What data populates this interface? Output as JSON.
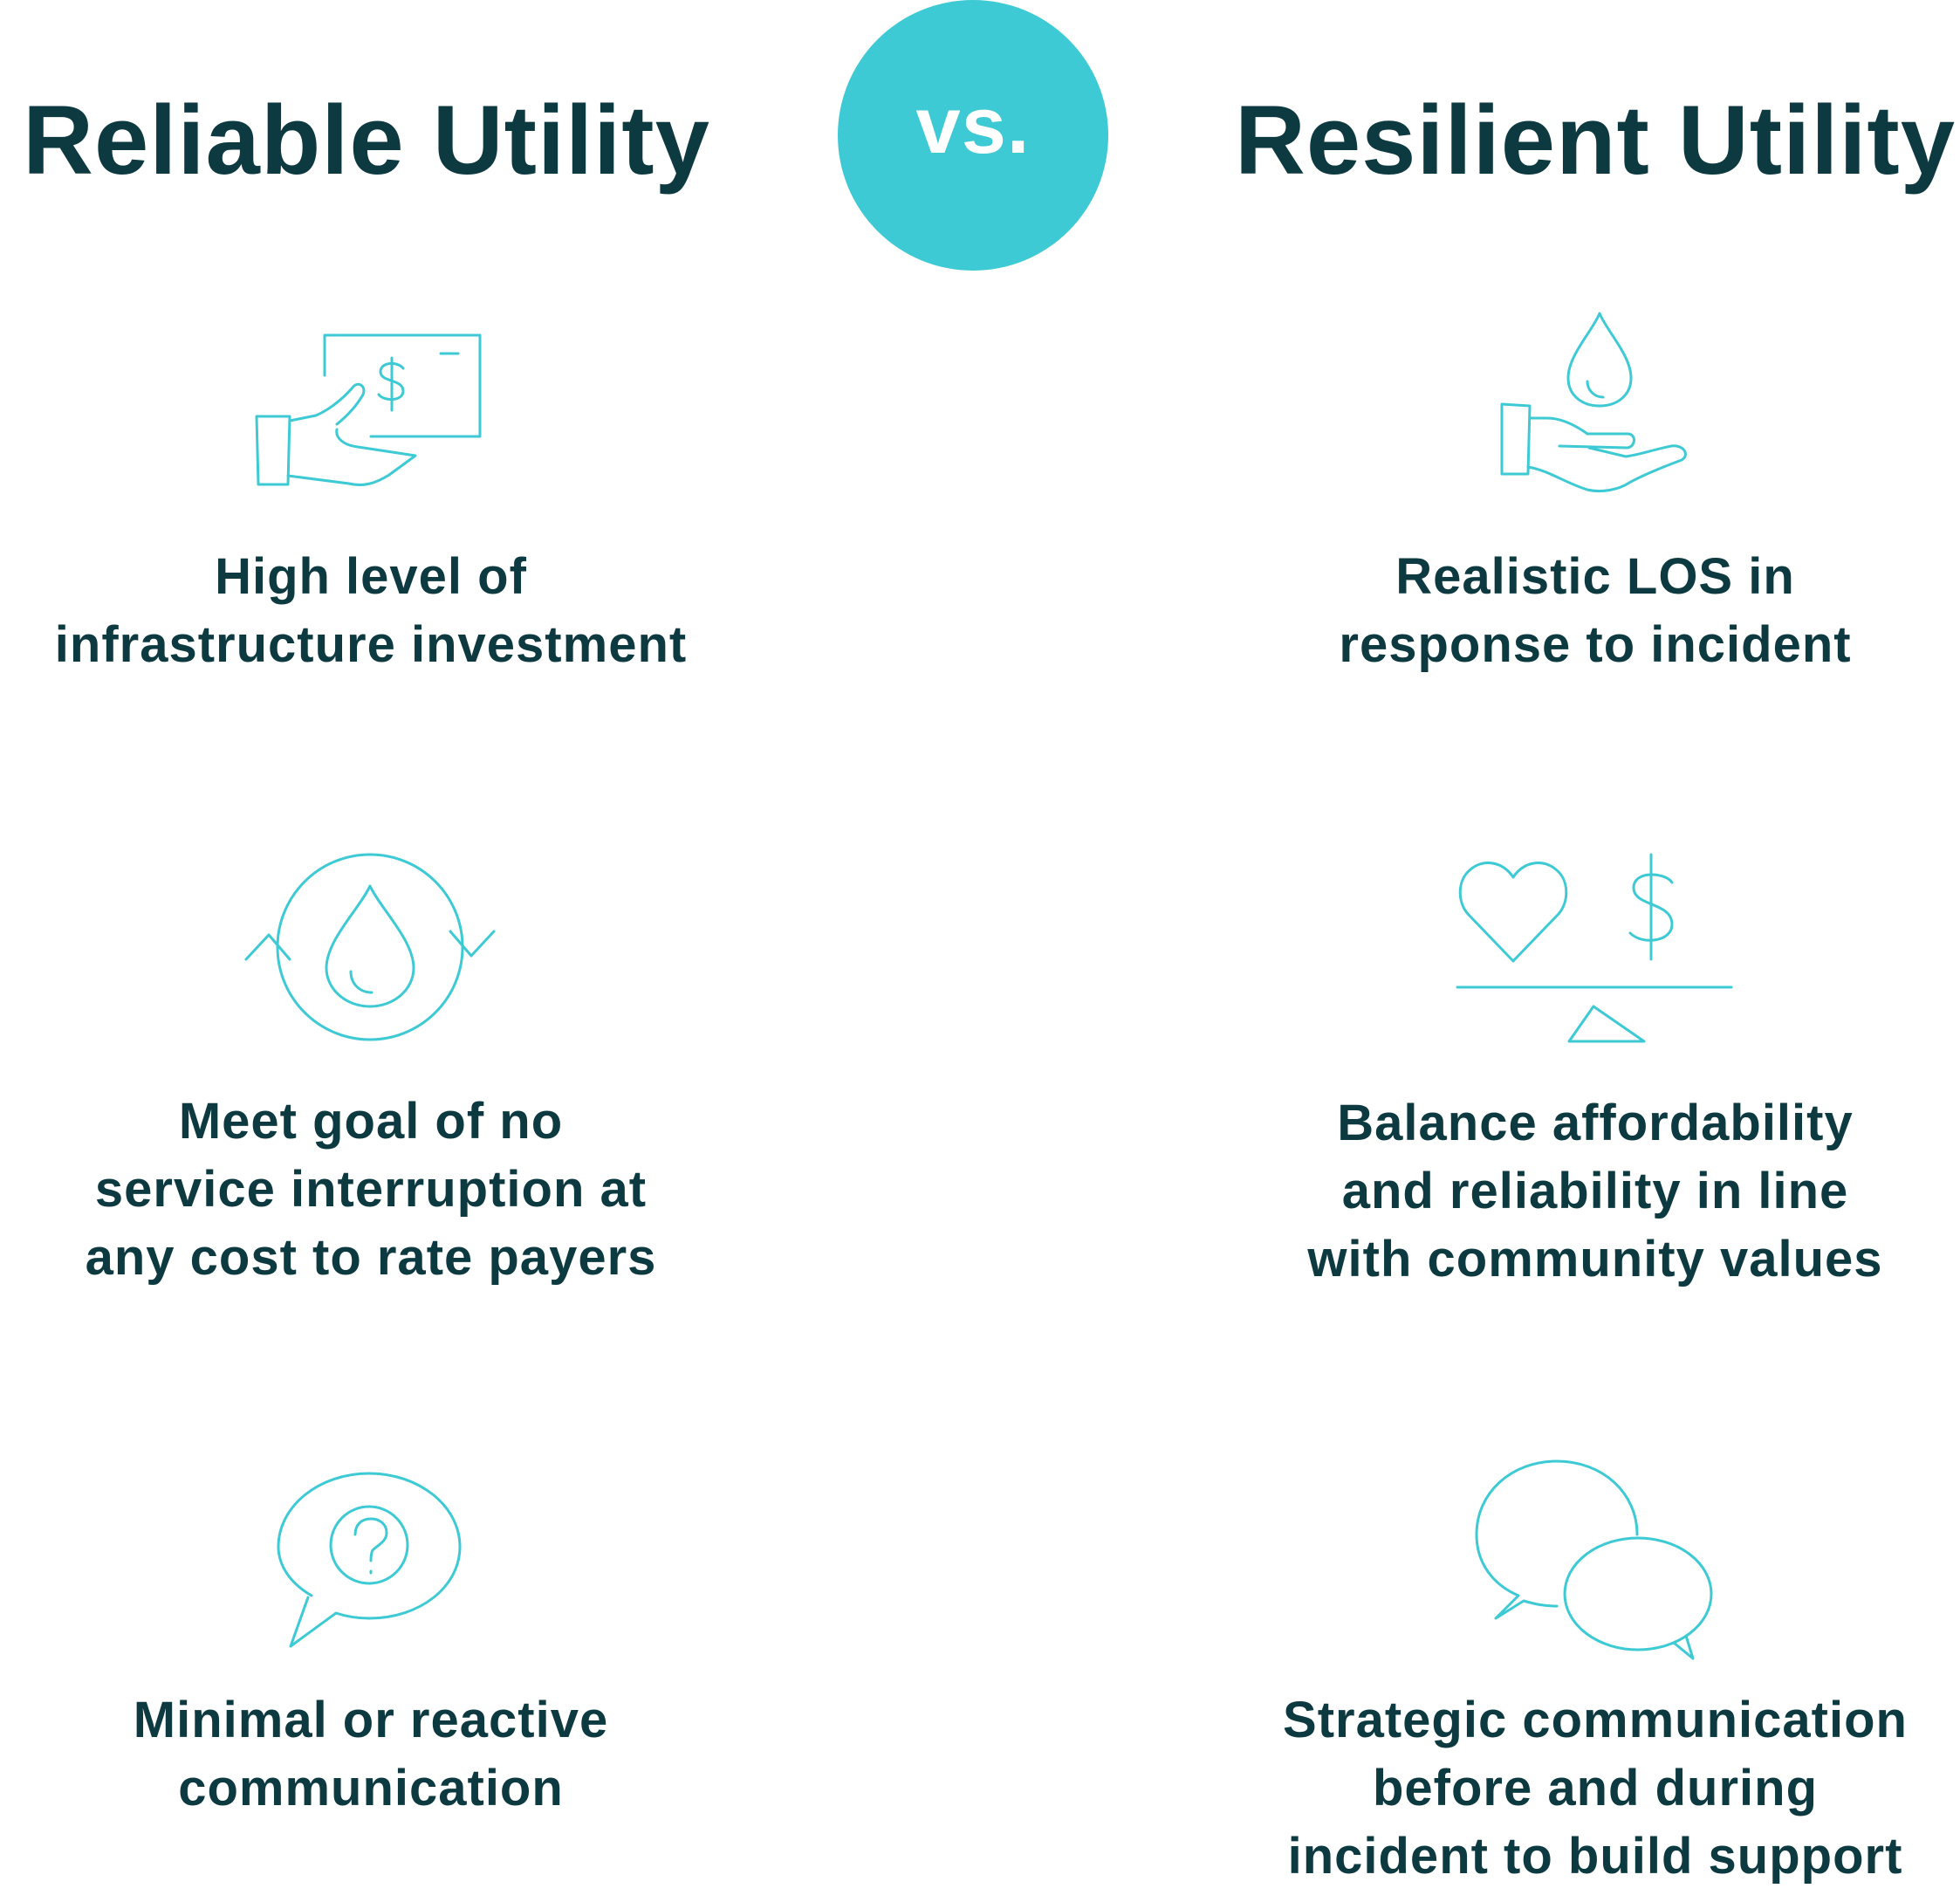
{
  "header": {
    "left_title": "Reliable Utility",
    "vs_label": "vs.",
    "right_title": "Resilient Utility"
  },
  "colors": {
    "accent": "#3ecad4",
    "text": "#0d3a40",
    "background": "#ffffff"
  },
  "left_column": {
    "items": [
      {
        "icon": "hand-holding-money-icon",
        "lines": [
          "High level of",
          "infrastructure investment"
        ]
      },
      {
        "icon": "water-cycle-icon",
        "lines": [
          "Meet goal of no",
          "service interruption at",
          "any cost to rate payers"
        ]
      },
      {
        "icon": "question-speech-bubble-icon",
        "lines": [
          "Minimal or reactive",
          "communication"
        ]
      }
    ]
  },
  "right_column": {
    "items": [
      {
        "icon": "hand-holding-water-drop-icon",
        "lines": [
          "Realistic LOS in",
          "response to incident"
        ]
      },
      {
        "icon": "heart-dollar-balance-icon",
        "lines": [
          "Balance affordability",
          "and reliability in line",
          "with community values"
        ]
      },
      {
        "icon": "conversation-bubbles-icon",
        "lines": [
          "Strategic communication",
          "before and during",
          "incident to build support"
        ]
      }
    ]
  }
}
